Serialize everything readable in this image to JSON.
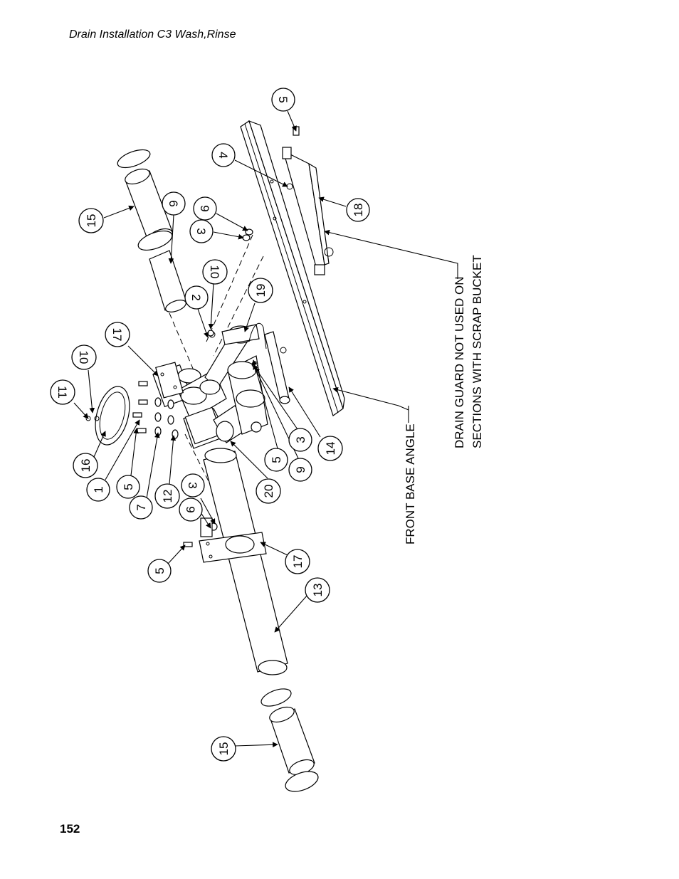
{
  "page": {
    "title": "Drain Installation C3 Wash,Rinse",
    "number": "152"
  },
  "notes": {
    "front_base_angle": "FRONT BASE ANGLE",
    "drain_guard_line1": "DRAIN GUARD NOT USED ON",
    "drain_guard_line2": "SECTIONS WITH SCRAP BUCKET"
  },
  "callouts": [
    "5",
    "4",
    "18",
    "9",
    "3",
    "15",
    "6",
    "10",
    "2",
    "19",
    "17",
    "10",
    "11",
    "16",
    "1",
    "5",
    "7",
    "12",
    "3",
    "9",
    "5",
    "17",
    "13",
    "20",
    "5",
    "9",
    "3",
    "14",
    "15"
  ]
}
